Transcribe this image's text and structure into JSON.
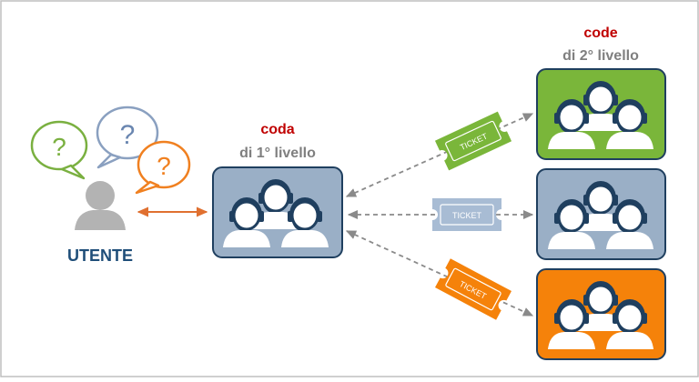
{
  "user": {
    "label": "UTENTE",
    "bubble_glyph": "?",
    "bubble_colors": [
      "#7ab040",
      "#8aa0c0",
      "#f08020"
    ]
  },
  "level1": {
    "title": "coda",
    "subtitle": "di 1° livello",
    "box_color": "#9aafc6"
  },
  "level2": {
    "title": "code",
    "subtitle": "di 2° livello",
    "box_colors": [
      "#7ab63a",
      "#9aafc6",
      "#f5820a"
    ]
  },
  "ticket": {
    "label": "TICKET",
    "colors": [
      "#7ab63a",
      "#a8bcd4",
      "#f5820a"
    ]
  },
  "colors": {
    "title_red": "#c00000",
    "subtitle_gray": "#7f7f7f",
    "user_label": "#1f4e79",
    "arrow_orange": "#e07030",
    "arrow_gray": "#8a8a8a"
  },
  "icons": [
    "question-bubble-icon",
    "user-icon",
    "headset-agent-icon",
    "ticket-icon"
  ]
}
